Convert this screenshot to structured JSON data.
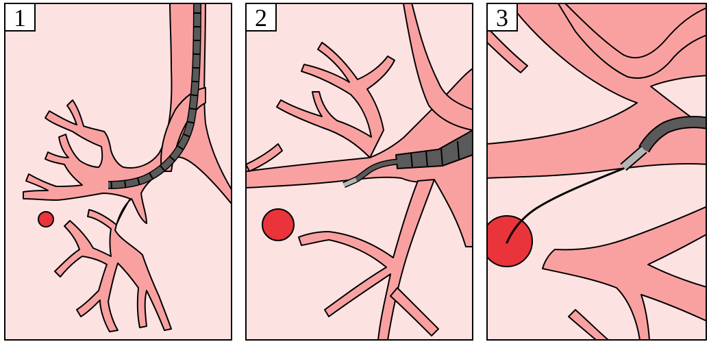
{
  "colors": {
    "background": "#fde2e2",
    "airway": "#f9a1a1",
    "airway_outline": "#000000",
    "scope": "#5a5a5a",
    "scope_tip": "#b5b5b5",
    "lesion": "#e8343a",
    "needle": "#000000"
  },
  "panels": [
    {
      "number": "1",
      "icons": [
        "bronchoscope-icon",
        "bronchial-tree-icon",
        "lesion-icon"
      ]
    },
    {
      "number": "2",
      "icons": [
        "bronchoscope-icon",
        "catheter-icon",
        "bronchial-tree-icon",
        "lesion-icon"
      ]
    },
    {
      "number": "3",
      "icons": [
        "catheter-icon",
        "needle-icon",
        "bronchial-tree-icon",
        "lesion-icon"
      ]
    }
  ]
}
